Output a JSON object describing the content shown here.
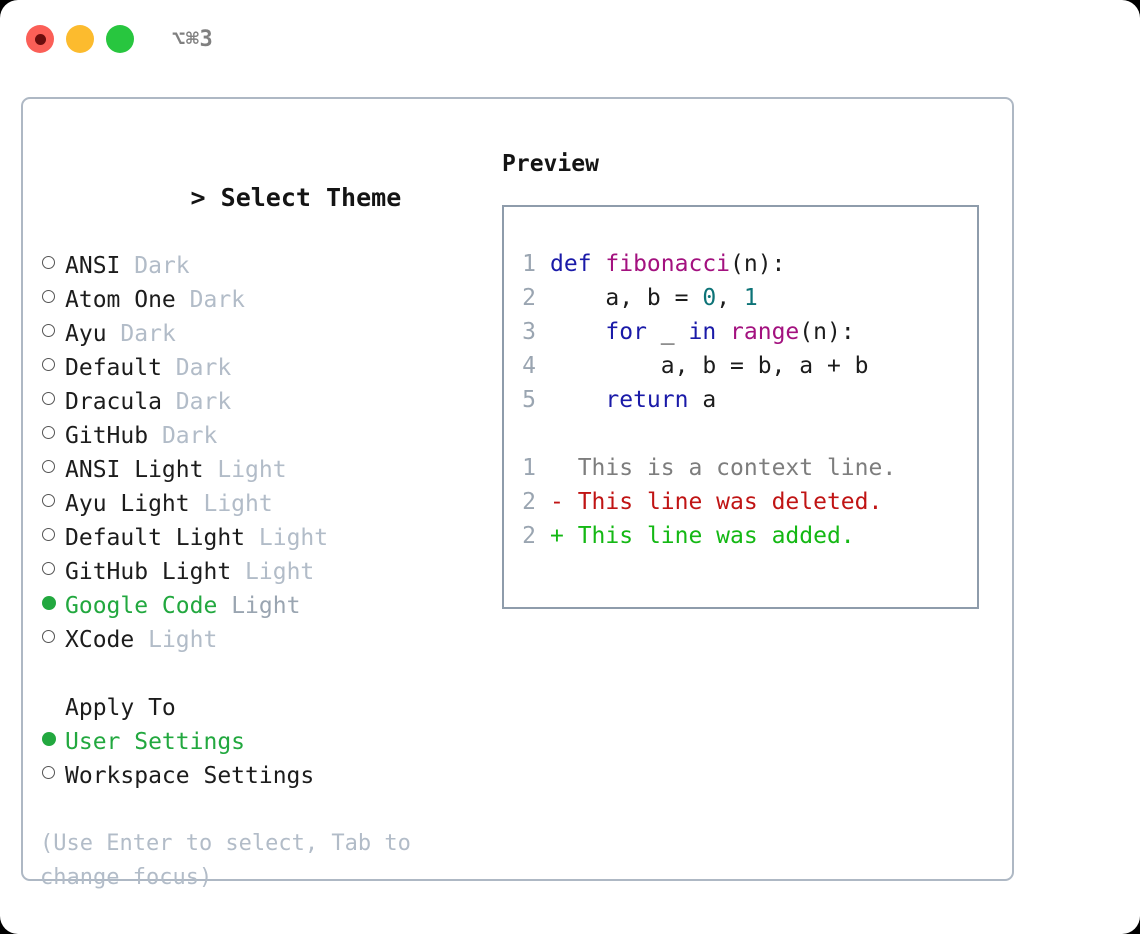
{
  "titlebar": {
    "shortcut": "⌥⌘3",
    "buttons": [
      {
        "name": "close-button",
        "color": "#fb5f57",
        "recording": true
      },
      {
        "name": "minimize-button",
        "color": "#fcbb2e",
        "recording": false
      },
      {
        "name": "maximize-button",
        "color": "#28c63f",
        "recording": false
      }
    ]
  },
  "theme_picker": {
    "caret": ">",
    "heading": "Select Theme",
    "options": [
      {
        "label": "ANSI",
        "tag": "Dark",
        "selected": false
      },
      {
        "label": "Atom One",
        "tag": "Dark",
        "selected": false
      },
      {
        "label": "Ayu",
        "tag": "Dark",
        "selected": false
      },
      {
        "label": "Default",
        "tag": "Dark",
        "selected": false
      },
      {
        "label": "Dracula",
        "tag": "Dark",
        "selected": false
      },
      {
        "label": "GitHub",
        "tag": "Dark",
        "selected": false
      },
      {
        "label": "ANSI Light",
        "tag": "Light",
        "selected": false
      },
      {
        "label": "Ayu Light",
        "tag": "Light",
        "selected": false
      },
      {
        "label": "Default Light",
        "tag": "Light",
        "selected": false
      },
      {
        "label": "GitHub Light",
        "tag": "Light",
        "selected": false
      },
      {
        "label": "Google Code",
        "tag": "Light",
        "selected": true
      },
      {
        "label": "XCode",
        "tag": "Light",
        "selected": false
      }
    ]
  },
  "apply_to": {
    "heading": "Apply To",
    "options": [
      {
        "label": "User Settings",
        "selected": true
      },
      {
        "label": "Workspace Settings",
        "selected": false
      }
    ]
  },
  "hint": "(Use Enter to select, Tab to change focus)",
  "preview": {
    "heading": "Preview",
    "code_lines": [
      {
        "lineno": "1",
        "tokens": [
          {
            "text": "def ",
            "kind": "kw"
          },
          {
            "text": "fibonacci",
            "kind": "fn"
          },
          {
            "text": "(n):",
            "kind": "plain"
          }
        ]
      },
      {
        "lineno": "2",
        "tokens": [
          {
            "text": "    a, b = ",
            "kind": "plain"
          },
          {
            "text": "0",
            "kind": "num"
          },
          {
            "text": ", ",
            "kind": "plain"
          },
          {
            "text": "1",
            "kind": "num"
          }
        ]
      },
      {
        "lineno": "3",
        "tokens": [
          {
            "text": "    ",
            "kind": "plain"
          },
          {
            "text": "for",
            "kind": "kw"
          },
          {
            "text": " _ ",
            "kind": "plain"
          },
          {
            "text": "in",
            "kind": "kw"
          },
          {
            "text": " ",
            "kind": "plain"
          },
          {
            "text": "range",
            "kind": "fn"
          },
          {
            "text": "(n):",
            "kind": "plain"
          }
        ]
      },
      {
        "lineno": "4",
        "tokens": [
          {
            "text": "        a, b = b, a + b",
            "kind": "plain"
          }
        ]
      },
      {
        "lineno": "5",
        "tokens": [
          {
            "text": "    ",
            "kind": "plain"
          },
          {
            "text": "return",
            "kind": "kw"
          },
          {
            "text": " a",
            "kind": "plain"
          }
        ]
      }
    ],
    "diff_lines": [
      {
        "lineno": "1",
        "prefix": "  ",
        "text": "This is a context line.",
        "kind": "context"
      },
      {
        "lineno": "2",
        "prefix": "- ",
        "text": "This line was deleted.",
        "kind": "del"
      },
      {
        "lineno": "2",
        "prefix": "+ ",
        "text": "This line was added.",
        "kind": "add"
      }
    ]
  },
  "colors": {
    "accent_green": "#22a83f",
    "muted_gray": "#b2bcc8",
    "panel_border": "#aeb8c4",
    "preview_border": "#8e9cab",
    "keyword": "#1a1aa8",
    "function": "#a3117f",
    "number": "#0d7377",
    "diff_delete": "#c01414",
    "diff_add": "#14b814",
    "lineno": "#9aa5b1"
  }
}
